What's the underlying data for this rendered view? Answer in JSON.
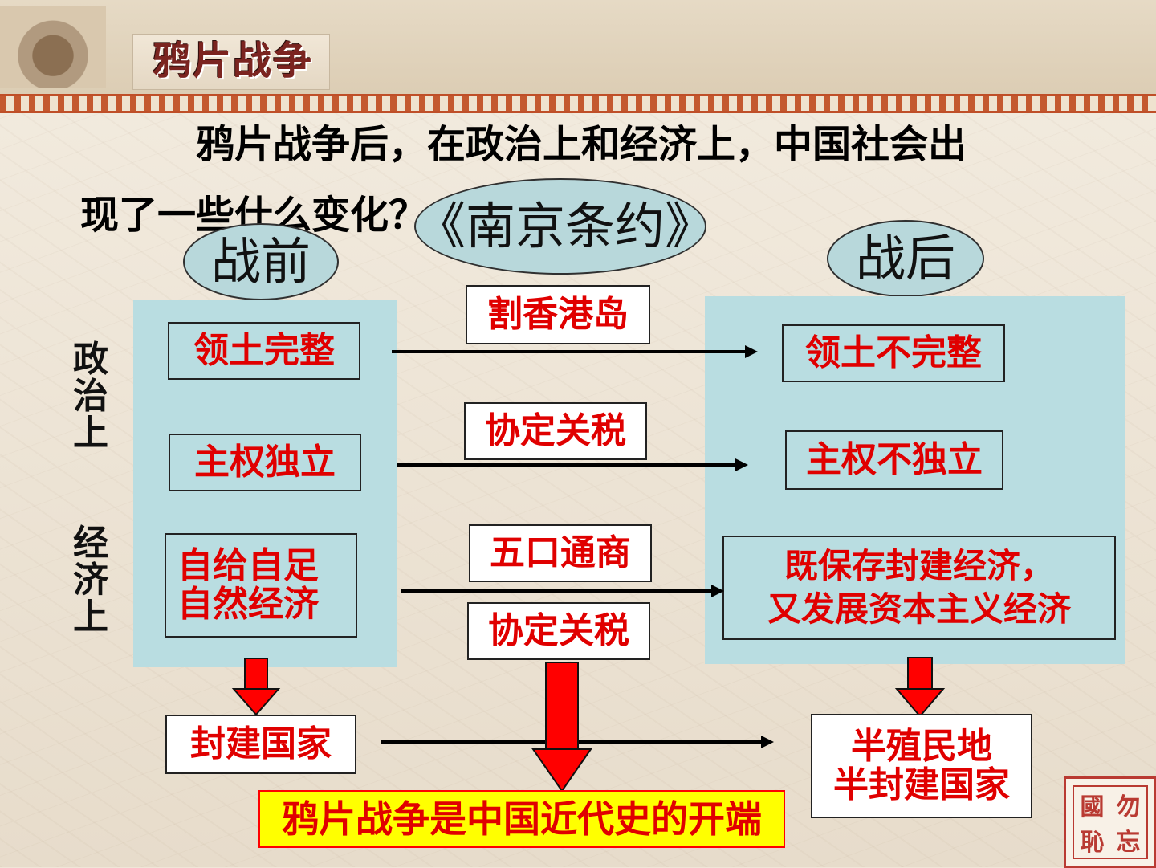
{
  "header": {
    "title": "鸦片战争"
  },
  "question": {
    "line1": "鸦片战争后，在政治上和经济上，中国社会出",
    "line2": "现了一些什么变化？"
  },
  "ellipses": {
    "treaty": "《南京条约》",
    "before": "战前",
    "after": "战后"
  },
  "row_labels": {
    "politics": "政\n治\n上",
    "economy": "经\n济\n上"
  },
  "before_boxes": {
    "territory": "领土完整",
    "sovereignty": "主权独立",
    "economy_line1": "自给自足",
    "economy_line2": "自然经济"
  },
  "treaty_terms": {
    "hongkong": "割香港岛",
    "tariff1": "协定关税",
    "ports": "五口通商",
    "tariff2": "协定关税"
  },
  "after_boxes": {
    "territory": "领土不完整",
    "sovereignty": "主权不独立",
    "economy_line1": "既保存封建经济，",
    "economy_line2": "又发展资本主义经济"
  },
  "results": {
    "before": "封建国家",
    "after_line1": "半殖民地",
    "after_line2": "半封建国家"
  },
  "conclusion": "鸦片战争是中国近代史的开端",
  "seal": {
    "chars": [
      "國",
      "勿",
      "恥",
      "忘"
    ]
  },
  "colors": {
    "panel": "#b9dde1",
    "red_text": "#e00000",
    "banner": "#ffff00"
  }
}
